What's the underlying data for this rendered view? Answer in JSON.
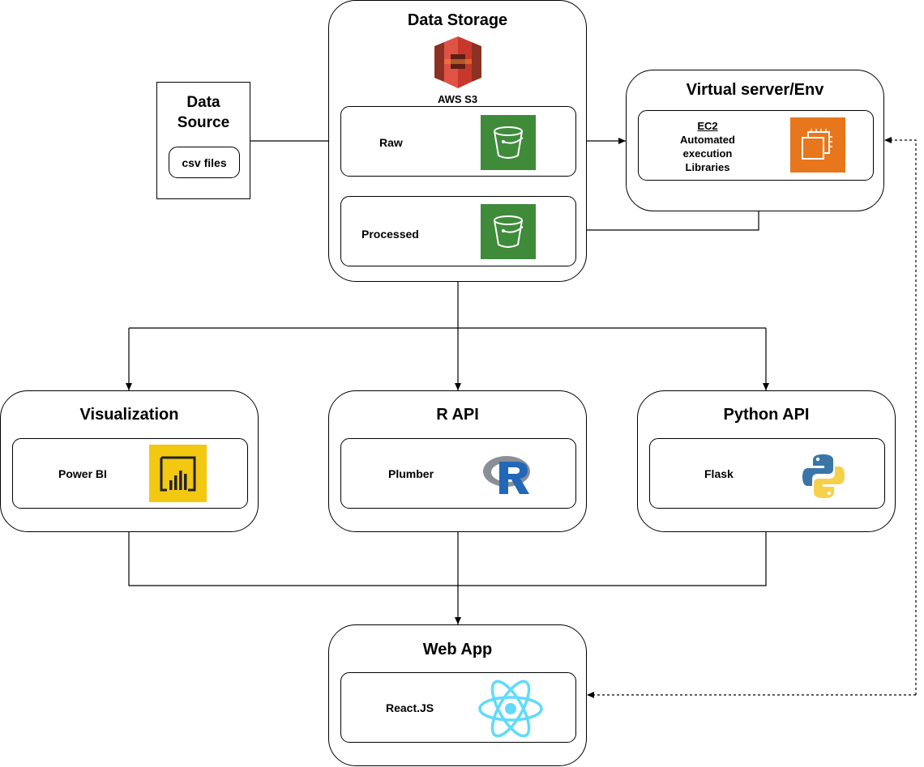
{
  "data_source": {
    "title_line1": "Data",
    "title_line2": "Source",
    "item": "csv files"
  },
  "data_storage": {
    "title": "Data Storage",
    "service_caption": "AWS S3",
    "raw_label": "Raw",
    "processed_label": "Processed"
  },
  "virtual_server": {
    "title": "Virtual server/Env",
    "ec2_label": "EC2",
    "line2": "Automated",
    "line3": "execution",
    "line4": "Libraries"
  },
  "visualization": {
    "title": "Visualization",
    "item": "Power BI"
  },
  "r_api": {
    "title": "R API",
    "item": "Plumber"
  },
  "python_api": {
    "title": "Python API",
    "item": "Flask"
  },
  "web_app": {
    "title": "Web App",
    "item": "React.JS"
  },
  "icons": {
    "s3_logo": "aws-s3-icon",
    "bucket": "s3-bucket-icon",
    "ec2": "ec2-instance-icon",
    "power_bi": "power-bi-icon",
    "r_logo": "r-logo-icon",
    "python": "python-icon",
    "react": "react-icon"
  },
  "colors": {
    "aws_red": "#d4372c",
    "bucket_green": "#3f8b3a",
    "ec2_orange": "#e8761c",
    "powerbi_yellow": "#f2c811",
    "r_blue": "#2267b8",
    "python_blue": "#3a75a8",
    "python_yellow": "#f5d04a",
    "react_cyan": "#61dafb"
  }
}
